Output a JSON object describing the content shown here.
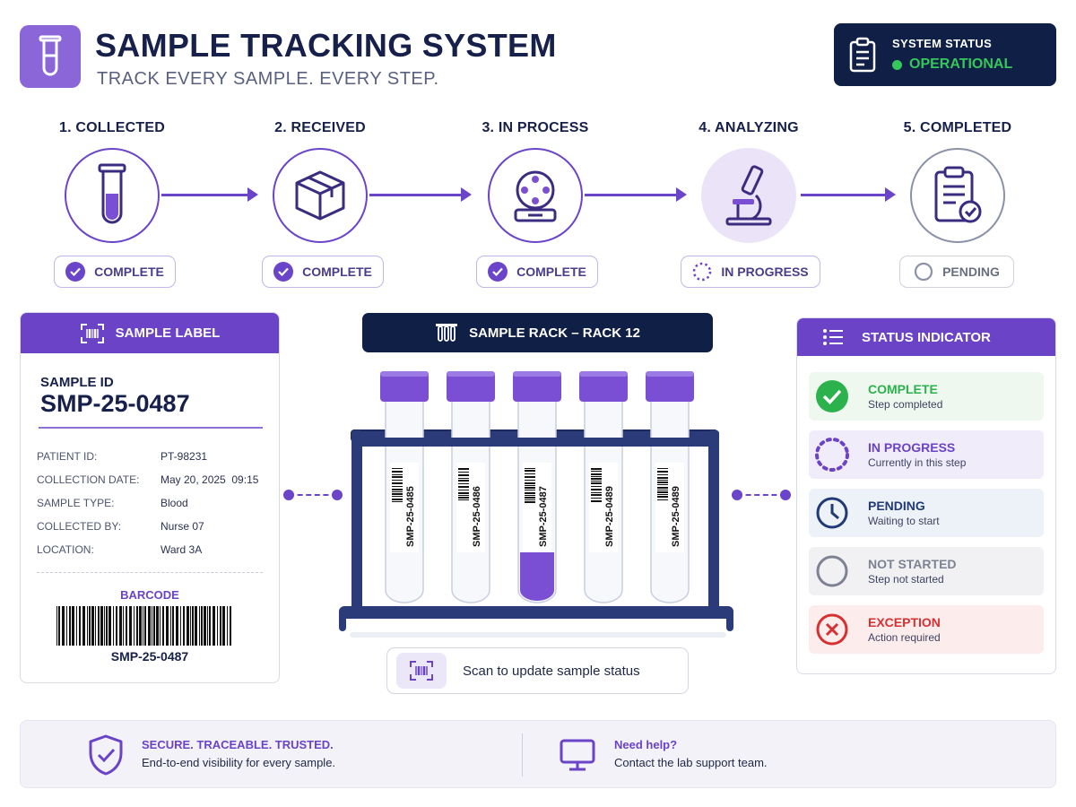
{
  "header": {
    "title": "SAMPLE TRACKING SYSTEM",
    "subtitle": "TRACK EVERY SAMPLE. EVERY STEP.",
    "logo_icon": "test-tube-icon"
  },
  "system_status": {
    "label": "SYSTEM STATUS",
    "value": "OPERATIONAL",
    "icon": "clipboard-icon",
    "color": "#35c75a"
  },
  "workflow": {
    "steps": [
      {
        "title": "1. COLLECTED",
        "status": "COMPLETE",
        "icon": "test-tube-icon"
      },
      {
        "title": "2. RECEIVED",
        "status": "COMPLETE",
        "icon": "package-icon"
      },
      {
        "title": "3. IN PROCESS",
        "status": "COMPLETE",
        "icon": "centrifuge-icon"
      },
      {
        "title": "4. ANALYZING",
        "status": "IN PROGRESS",
        "icon": "microscope-icon"
      },
      {
        "title": "5. COMPLETED",
        "status": "PENDING",
        "icon": "clipboard-check-icon"
      }
    ]
  },
  "sample_label": {
    "header": "SAMPLE LABEL",
    "id_label": "SAMPLE ID",
    "id_value": "SMP-25-0487",
    "fields": [
      {
        "key": "PATIENT ID:",
        "value": "PT-98231"
      },
      {
        "key": "COLLECTION DATE:",
        "value": "May 20, 2025  09:15"
      },
      {
        "key": "SAMPLE TYPE:",
        "value": "Blood"
      },
      {
        "key": "COLLECTED BY:",
        "value": "Nurse 07"
      },
      {
        "key": "LOCATION:",
        "value": "Ward 3A"
      }
    ],
    "barcode_title": "BARCODE",
    "barcode_number": "SMP-25-0487"
  },
  "rack": {
    "header": "SAMPLE RACK – RACK 12",
    "tubes": [
      {
        "label": "SMP-25-0485",
        "filled": false
      },
      {
        "label": "SMP-25-0486",
        "filled": false
      },
      {
        "label": "SMP-25-0487",
        "filled": true
      },
      {
        "label": "SMP-25-0489",
        "filled": false
      },
      {
        "label": "SMP-25-0489",
        "filled": false
      }
    ],
    "cap_color": "#7a4fd3",
    "scan_text": "Scan to update sample status"
  },
  "status_indicator": {
    "header": "STATUS INDICATOR",
    "items": [
      {
        "title": "COMPLETE",
        "desc": "Step completed",
        "color": "#2bb24c",
        "bg": "#eef8ee",
        "icon": "check-circle-icon"
      },
      {
        "title": "IN PROGRESS",
        "desc": "Currently in this step",
        "color": "#6a43c7",
        "bg": "#f1ecfa",
        "icon": "dotted-circle-icon"
      },
      {
        "title": "PENDING",
        "desc": "Waiting to start",
        "color": "#1f3a75",
        "bg": "#edf1f8",
        "icon": "clock-icon"
      },
      {
        "title": "NOT STARTED",
        "desc": "Step not started",
        "color": "#7d8293",
        "bg": "#f1f1f4",
        "icon": "empty-circle-icon"
      },
      {
        "title": "EXCEPTION",
        "desc": "Action required",
        "color": "#d63031",
        "bg": "#fcecec",
        "icon": "x-circle-icon"
      }
    ]
  },
  "footer": {
    "left_title": "SECURE. TRACEABLE. TRUSTED.",
    "left_text": "End-to-end visibility for every sample.",
    "right_title": "Need help?",
    "right_text": "Contact the lab support team."
  },
  "colors": {
    "accent": "#6a43c7",
    "navy": "#0f1f45"
  }
}
